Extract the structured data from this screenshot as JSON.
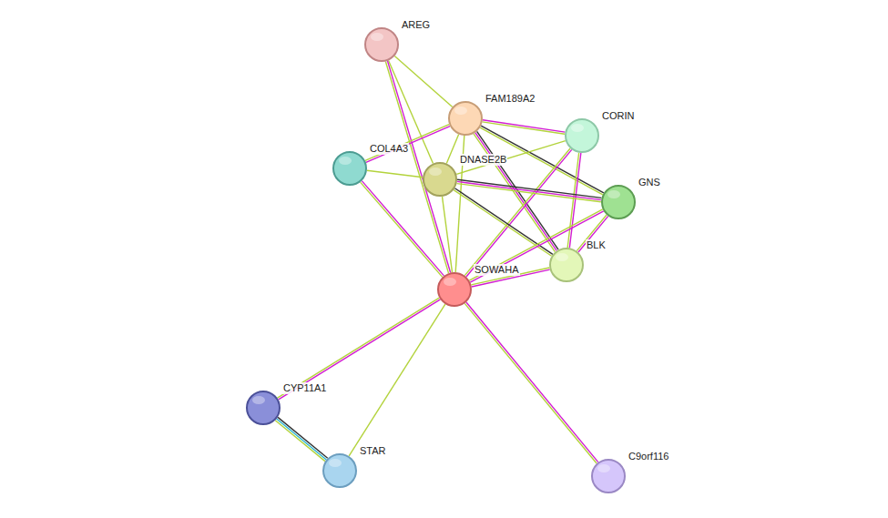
{
  "diagram": {
    "nodes": [
      {
        "text": [
          "AREG"
        ]
      },
      {
        "text": [
          "FAM189A2"
        ]
      },
      {
        "text": [
          "CORIN"
        ]
      },
      {
        "text": [
          "COL4A3"
        ]
      },
      {
        "text": [
          "DNASE2B"
        ]
      },
      {
        "text": [
          "GNS"
        ]
      },
      {
        "text": [
          "BLK"
        ]
      },
      {
        "text": [
          "SOWAHA"
        ]
      },
      {
        "text": [
          "CYP11A1"
        ]
      },
      {
        "text": [
          "STAR"
        ]
      },
      {
        "text": [
          "C9orf116"
        ]
      }
    ],
    "edges": [
      {
        "from": 0,
        "to": 1,
        "arrow": "none"
      },
      {
        "from": 0,
        "to": 4,
        "arrow": "none"
      },
      {
        "from": 0,
        "to": 7,
        "arrow": "none"
      },
      {
        "from": 1,
        "to": 3,
        "arrow": "none"
      },
      {
        "from": 1,
        "to": 2,
        "arrow": "none"
      },
      {
        "from": 1,
        "to": 4,
        "arrow": "none"
      },
      {
        "from": 1,
        "to": 5,
        "arrow": "none"
      },
      {
        "from": 1,
        "to": 6,
        "arrow": "none"
      },
      {
        "from": 1,
        "to": 7,
        "arrow": "none"
      },
      {
        "from": 2,
        "to": 4,
        "arrow": "none"
      },
      {
        "from": 2,
        "to": 6,
        "arrow": "none"
      },
      {
        "from": 2,
        "to": 7,
        "arrow": "none"
      },
      {
        "from": 3,
        "to": 4,
        "arrow": "none"
      },
      {
        "from": 3,
        "to": 7,
        "arrow": "none"
      },
      {
        "from": 4,
        "to": 5,
        "arrow": "none"
      },
      {
        "from": 4,
        "to": 6,
        "arrow": "none"
      },
      {
        "from": 4,
        "to": 7,
        "arrow": "none"
      },
      {
        "from": 5,
        "to": 6,
        "arrow": "none"
      },
      {
        "from": 5,
        "to": 7,
        "arrow": "none"
      },
      {
        "from": 6,
        "to": 7,
        "arrow": "none"
      },
      {
        "from": 7,
        "to": 8,
        "arrow": "none"
      },
      {
        "from": 7,
        "to": 9,
        "arrow": "none"
      },
      {
        "from": 7,
        "to": 10,
        "arrow": "none"
      },
      {
        "from": 8,
        "to": 9,
        "arrow": "none"
      }
    ]
  }
}
